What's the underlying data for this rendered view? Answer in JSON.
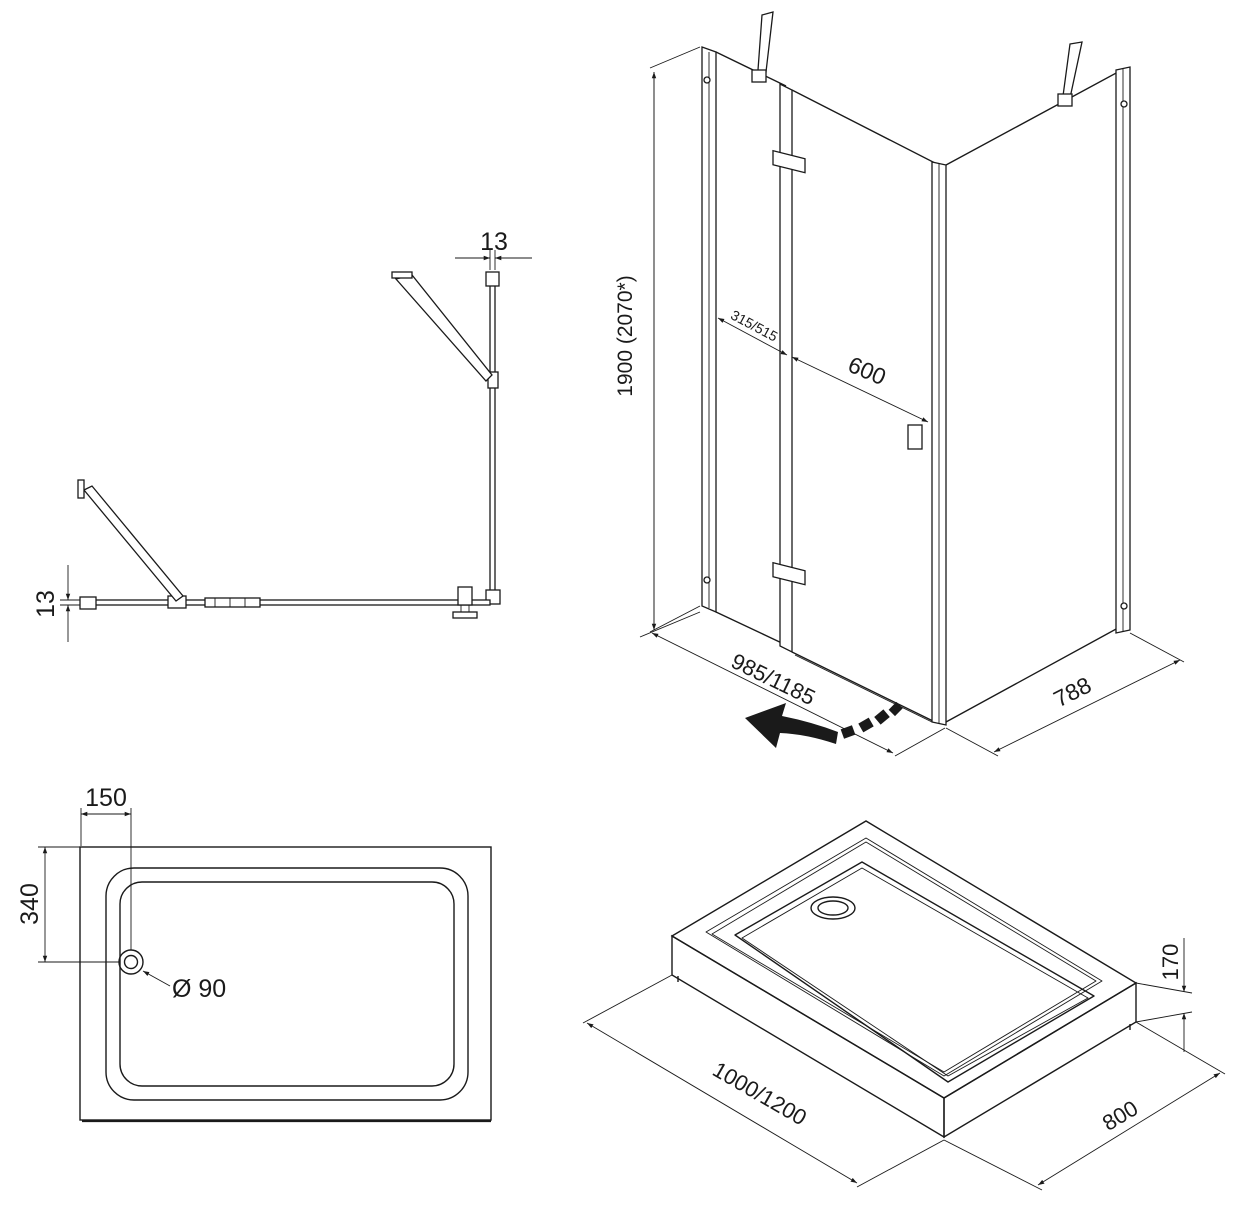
{
  "top_view": {
    "dim_depth_gap": "13",
    "dim_width_gap": "13"
  },
  "enclosure": {
    "dim_height": "1900 (2070*)",
    "dim_door_panel": "315/515",
    "dim_door_width": "600",
    "dim_front_width": "985/1185",
    "dim_side_depth": "788"
  },
  "tray_top": {
    "dim_drain_offset_x": "150",
    "dim_drain_offset_y": "340",
    "dim_drain_diameter": "Ø 90"
  },
  "tray_iso": {
    "dim_height": "170",
    "dim_length": "1000/1200",
    "dim_width": "800"
  }
}
